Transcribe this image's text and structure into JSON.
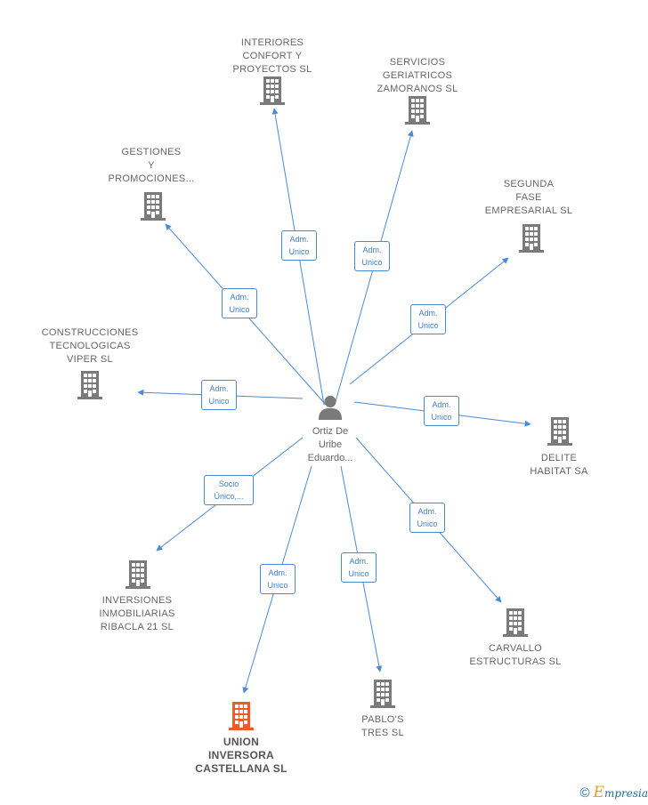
{
  "colors": {
    "edge": "#4a8ad4",
    "company": "#7a7a7a",
    "highlight": "#f05a28",
    "person": "#7a7a7a"
  },
  "center": {
    "name_lines": [
      "Ortiz De",
      "Uribe",
      "Eduardo..."
    ]
  },
  "nodes": [
    {
      "id": "interiores",
      "lines": [
        "INTERIORES",
        "CONFORT Y",
        "PROYECTOS SL"
      ],
      "edge_lines": [
        "Adm.",
        "Unico"
      ],
      "highlight": false
    },
    {
      "id": "servicios",
      "lines": [
        "SERVICIOS",
        "GERIATRICOS",
        "ZAMORANOS SL"
      ],
      "edge_lines": [
        "Adm.",
        "Unico"
      ],
      "highlight": false
    },
    {
      "id": "gestiones",
      "lines": [
        "GESTIONES",
        "Y",
        "PROMOCIONES..."
      ],
      "edge_lines": [
        "Adm.",
        "Unico"
      ],
      "highlight": false
    },
    {
      "id": "segunda",
      "lines": [
        "SEGUNDA",
        "FASE",
        "EMPRESARIAL SL"
      ],
      "edge_lines": [
        "Adm.",
        "Unico"
      ],
      "highlight": false
    },
    {
      "id": "construcciones",
      "lines": [
        "CONSTRUCCIONES",
        "TECNOLOGICAS",
        "VIPER SL"
      ],
      "edge_lines": [
        "Adm.",
        "Unico"
      ],
      "highlight": false
    },
    {
      "id": "delite",
      "lines": [
        "DELITE",
        "HABITAT SA"
      ],
      "edge_lines": [
        "Adm.",
        "Unico"
      ],
      "highlight": false
    },
    {
      "id": "inversiones",
      "lines": [
        "INVERSIONES",
        "INMOBILIARIAS",
        "RIBACLA 21 SL"
      ],
      "edge_lines": [
        "Socio",
        "Único,..."
      ],
      "highlight": false
    },
    {
      "id": "carvallo",
      "lines": [
        "CARVALLO",
        "ESTRUCTURAS SL"
      ],
      "edge_lines": [
        "Adm.",
        "Unico"
      ],
      "highlight": false
    },
    {
      "id": "pablos",
      "lines": [
        "PABLO'S",
        "TRES SL"
      ],
      "edge_lines": [
        "Adm.",
        "Unico"
      ],
      "highlight": false
    },
    {
      "id": "union",
      "lines": [
        "UNION",
        "INVERSORA",
        "CASTELLANA SL"
      ],
      "edge_lines": [
        "Adm.",
        "Unico"
      ],
      "highlight": true
    }
  ],
  "brand": {
    "copyright": "©",
    "initial": "E",
    "rest": "mpresia"
  }
}
